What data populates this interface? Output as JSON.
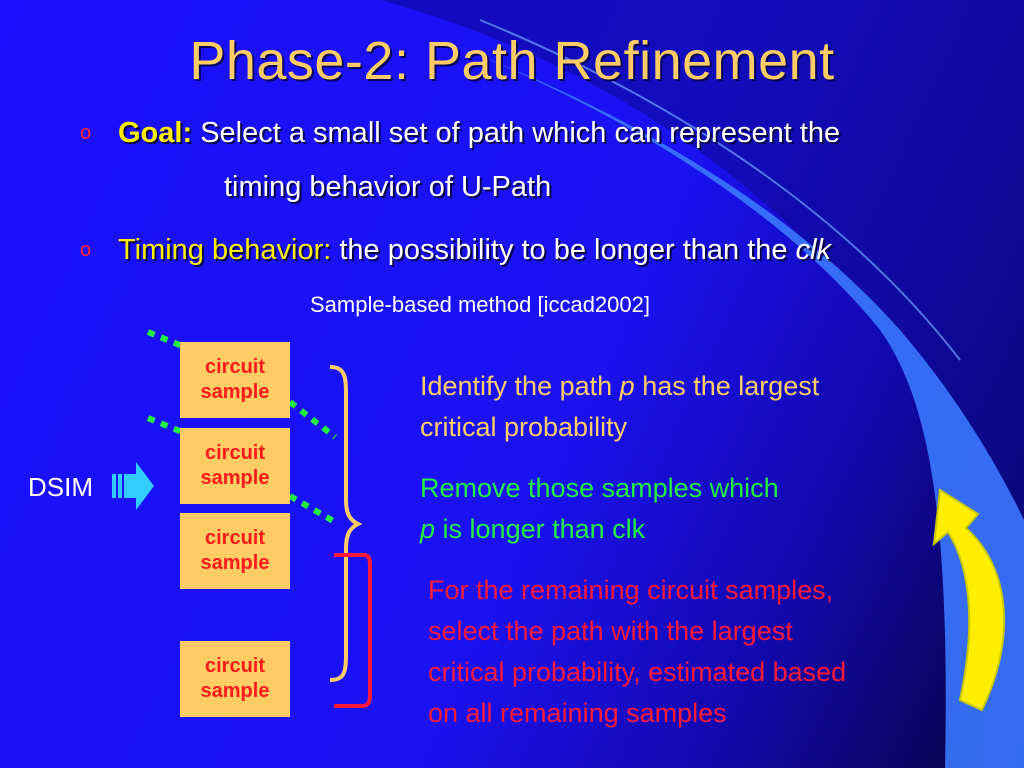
{
  "slide": {
    "title": "Phase-2: Path Refinement",
    "bullet_marker": "o",
    "goal": {
      "label": "Goal:",
      "text_line1": "Select a small set of path which can represent the",
      "text_line2": "timing behavior of U-Path"
    },
    "timing": {
      "label": "Timing behavior:",
      "text": "the possibility to be longer than the",
      "clk": "clk"
    },
    "method_note": "Sample-based method [iccad2002]",
    "dsim_label": "DSIM",
    "samples": [
      {
        "line1": "circuit",
        "line2": "sample"
      },
      {
        "line1": "circuit",
        "line2": "sample"
      },
      {
        "line1": "circuit",
        "line2": "sample"
      },
      {
        "line1": "circuit",
        "line2": "sample"
      }
    ],
    "step1": {
      "pre": "Identify the path",
      "p": "p",
      "post": "has the largest",
      "line2": "critical probability"
    },
    "step2": {
      "line1": "Remove those samples which",
      "p": "p",
      "line2_rest": "is longer than clk"
    },
    "step3": {
      "lines": [
        "For the remaining circuit samples,",
        "select the path with the largest",
        "critical probability, estimated based",
        "on all remaining samples"
      ]
    },
    "colors": {
      "background": "#1a10ff",
      "title": "#ffcc66",
      "box": "#ffcc66",
      "box_text": "#ff1a1a",
      "step1": "#ffcc66",
      "step2": "#22ee44",
      "step3": "#ff1a3a",
      "loop_arrow": "#ffee00"
    }
  }
}
